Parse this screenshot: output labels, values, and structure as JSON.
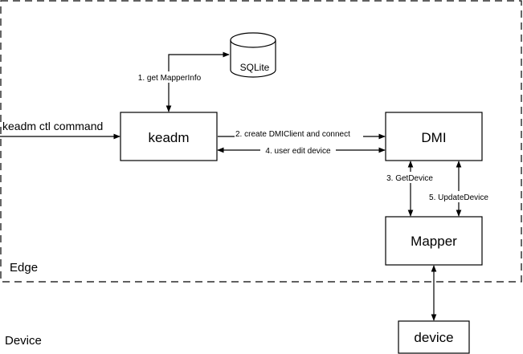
{
  "regions": {
    "edge": "Edge",
    "device": "Device"
  },
  "nodes": {
    "keadm": "keadm",
    "dmi": "DMI",
    "mapper": "Mapper",
    "device": "device",
    "sqlite": "SQLite"
  },
  "edges": {
    "input_command": "keadm ctl command",
    "step1": "1. get MapperInfo",
    "step2": "2. create DMIClient and connect",
    "step3": "3. GetDevice",
    "step4": "4. user edit device",
    "step5": "5. UpdateDevice"
  }
}
